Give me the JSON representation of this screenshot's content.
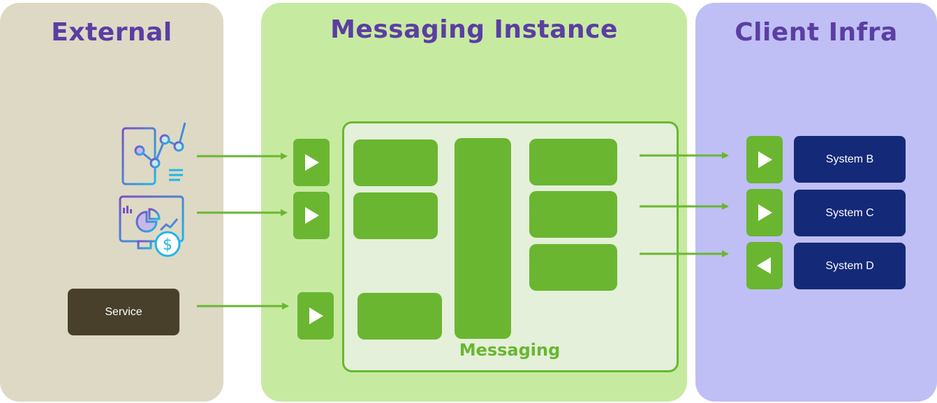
{
  "external": {
    "title": "External",
    "service_label": "Service"
  },
  "messaging_instance": {
    "title": "Messaging Instance",
    "container_label": "Messaging"
  },
  "client_infra": {
    "title": "Client Infra",
    "systems": [
      "System B",
      "System C",
      "System D"
    ]
  },
  "icons": [
    "mobile-analytics-icon",
    "monitor-finance-icon"
  ],
  "colors": {
    "external_bg": "#ded9c4",
    "messaging_bg": "#c7eaa1",
    "client_bg": "#bfbff5",
    "green": "#6ab631",
    "title_purple": "#5b3ea3",
    "system_navy": "#142978",
    "service_brown": "#48402b"
  }
}
